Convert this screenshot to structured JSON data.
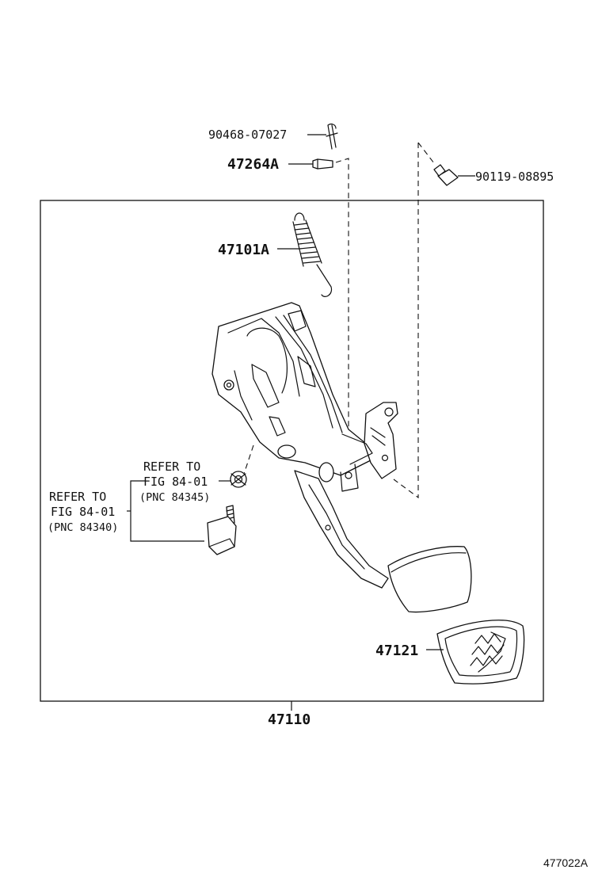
{
  "parts": {
    "clip": "90468-07027",
    "pin": "47264A",
    "bolt": "90119-08895",
    "spring": "47101A",
    "pad": "47121",
    "assembly": "47110"
  },
  "refs": {
    "upper": {
      "line1": "REFER TO",
      "line2": "FIG 84-01",
      "line3": "(PNC 84345)"
    },
    "lower": {
      "line1": "REFER TO",
      "line2": "FIG 84-01",
      "line3": "(PNC 84340)"
    }
  },
  "diagram_id": "477022A"
}
